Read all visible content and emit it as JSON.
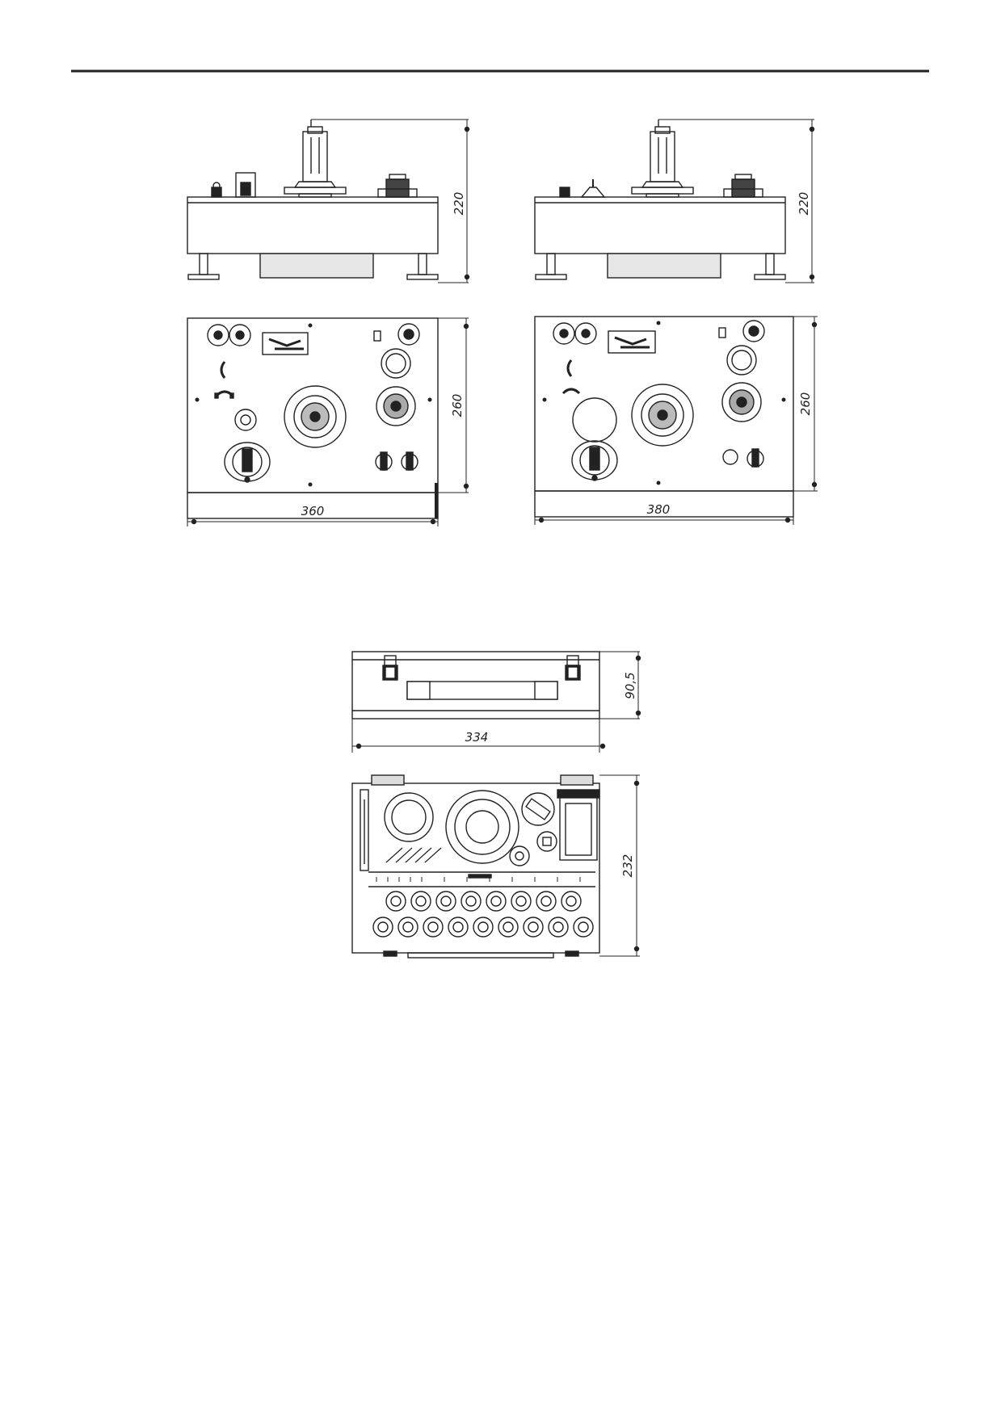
{
  "dimensions": {
    "unit_a_height": "220",
    "unit_a_depth": "260",
    "unit_a_width": "360",
    "unit_b_height": "220",
    "unit_b_depth": "260",
    "unit_b_width": "380",
    "case_depth": "90,5",
    "case_width": "334",
    "case_height": "232"
  },
  "colors": {
    "line": "#222222",
    "fill": "#ffffff",
    "shade": "#d8d8d8"
  }
}
